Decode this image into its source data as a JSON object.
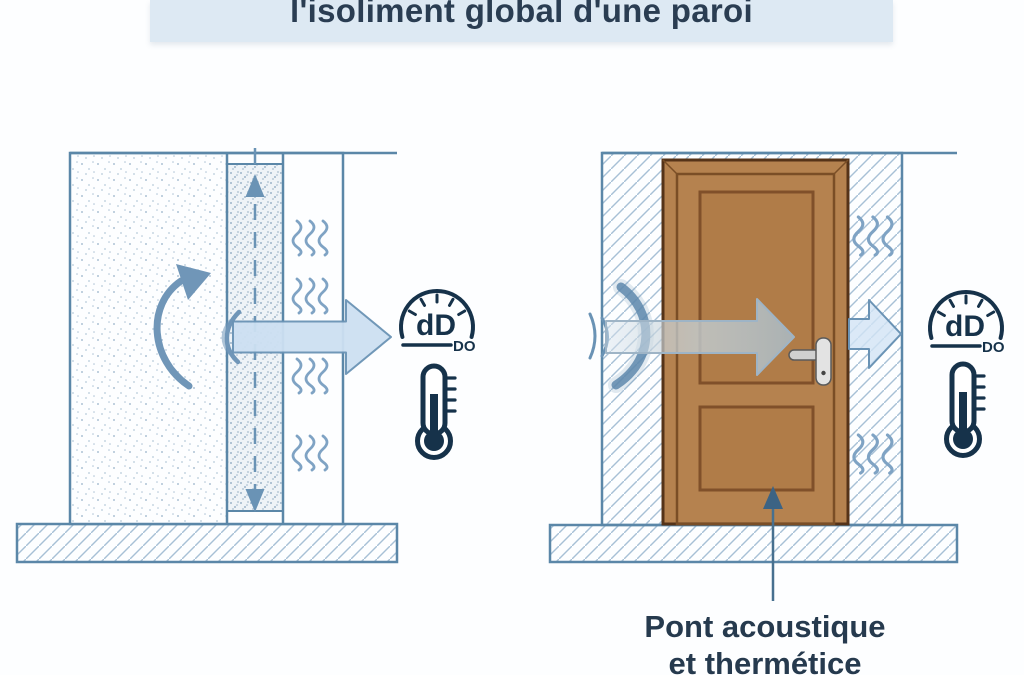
{
  "title": {
    "text": "l'isoliment global d'une paroi"
  },
  "caption": {
    "line1": "Pont acoustique",
    "line2": "et thermétice"
  },
  "gauge": {
    "main": "dD",
    "sub": "DO"
  },
  "icons": {
    "decibel_gauge": "semicircle-dial-with-ticks",
    "thermometer": "thermometer-with-scale",
    "heat_waves": "triple-wavy-lines",
    "sound_waves": "crescent-arcs",
    "transmission_arrow": "thick-right-arrow",
    "reflection_arrow": "curved-up-arrow",
    "pointer_arrow": "thin-up-arrow"
  },
  "colors": {
    "banner_bg": "#dde9f3",
    "outline_blue": "#5b87a8",
    "accent_blue": "#6a93b5",
    "icon_navy": "#16324a",
    "arrow_fill": "#cde0f2",
    "door_brown": "#b5824f",
    "door_border": "#553318",
    "text_dark": "#263a4e"
  }
}
